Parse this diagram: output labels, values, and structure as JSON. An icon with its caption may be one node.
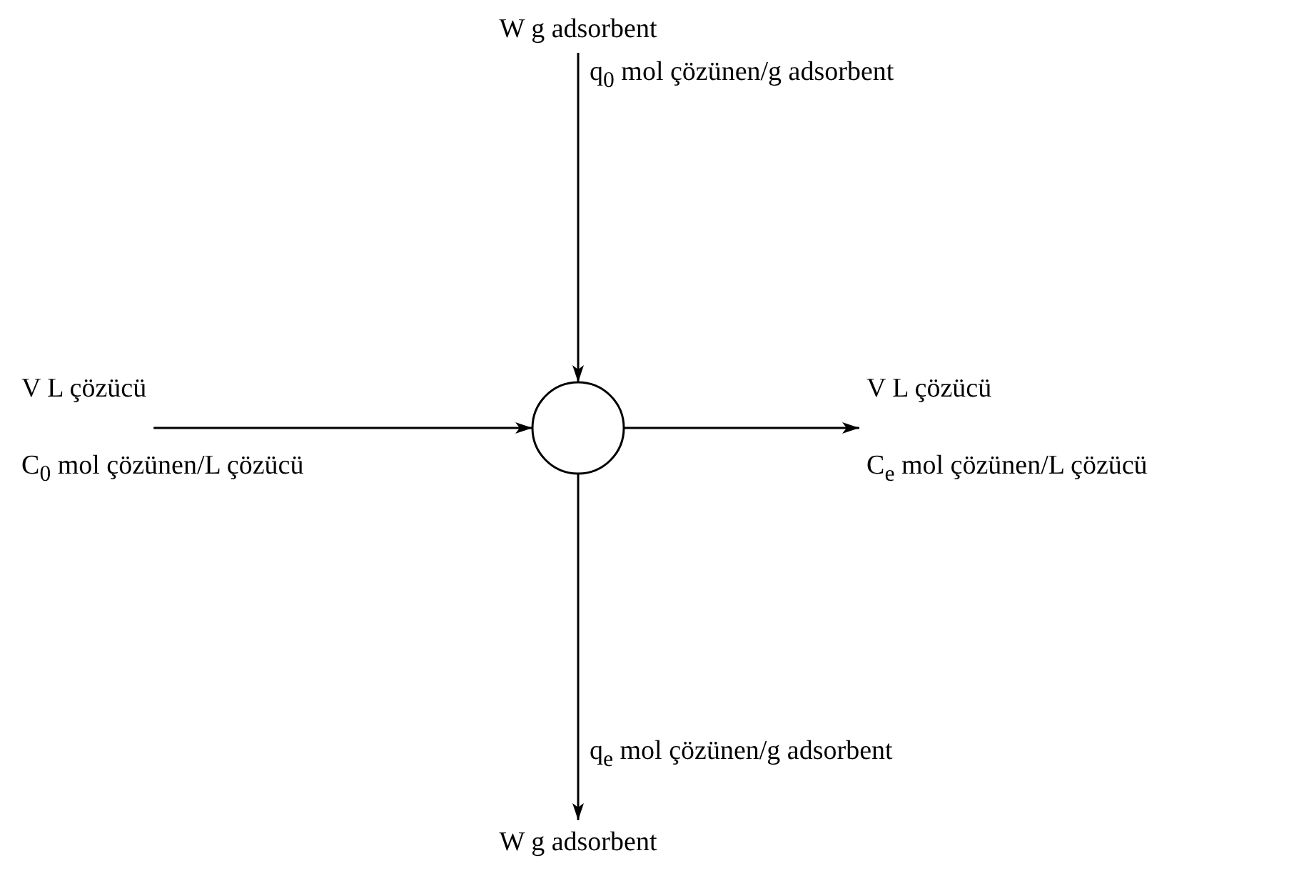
{
  "diagram": {
    "nodes": [
      {
        "text": [
          "W g adsorbent"
        ]
      },
      {
        "text": [
          "V L çözücü"
        ]
      },
      {
        "text": [],
        "shape": "circle"
      },
      {
        "text": [
          "V L çözücü"
        ]
      },
      {
        "text": [
          "W g adsorbent"
        ]
      }
    ],
    "edges": [
      {
        "from": 0,
        "to": 2,
        "arrow": "to",
        "label": "q$_{0}$ mol çözünen/g adsorbent"
      },
      {
        "from": 1,
        "to": 2,
        "arrow": "to",
        "label": "C$_{0}$ mol çözünen/L çözücü"
      },
      {
        "from": 2,
        "to": 3,
        "arrow": "to",
        "label": "C$_{e}$ mol çözünen/L çözücü"
      },
      {
        "from": 2,
        "to": 4,
        "arrow": "to",
        "label": "q$_{e}$ mol çözünen/g adsorbent"
      }
    ]
  }
}
